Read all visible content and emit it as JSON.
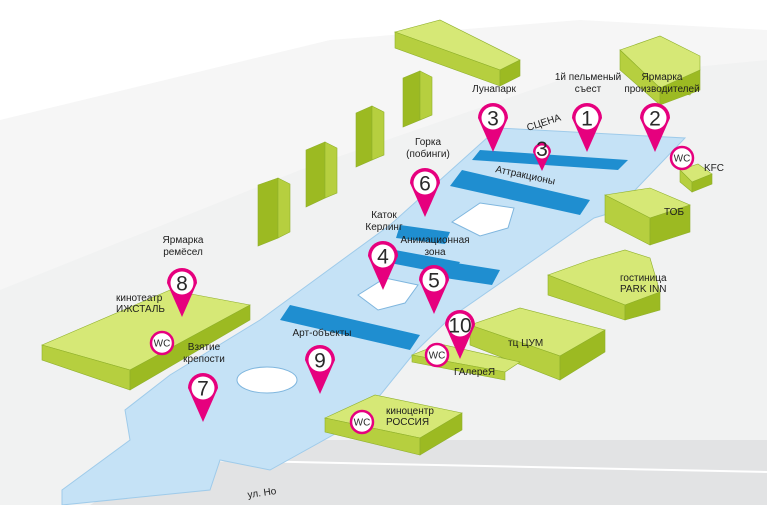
{
  "colors": {
    "accent": "#e6007e",
    "zone": "#c5e2f6",
    "zone_dark": "#1f8ed0",
    "building": "#c4dd3e"
  },
  "pins": [
    {
      "num": "1",
      "lines": [
        "1й пельменый",
        "съест"
      ]
    },
    {
      "num": "2",
      "lines": [
        "Ярмарка",
        "производителей"
      ]
    },
    {
      "num": "3",
      "lines": [
        "Лунапарк"
      ]
    },
    {
      "num": "4",
      "lines": [
        "Каток",
        "Керлинг"
      ]
    },
    {
      "num": "5",
      "lines": [
        "Анимационная",
        "зона"
      ]
    },
    {
      "num": "6",
      "lines": [
        "Горка",
        "(побинги)"
      ]
    },
    {
      "num": "7",
      "lines": [
        "Взятие",
        "крепости"
      ]
    },
    {
      "num": "8",
      "lines": [
        "Ярмарка",
        "ремёсел"
      ]
    },
    {
      "num": "9",
      "lines": [
        "Арт-объекты"
      ]
    },
    {
      "num": "10",
      "lines": []
    }
  ],
  "small_pin": {
    "num": "3"
  },
  "wc_label": "WC",
  "zones": {
    "stage": "СЦЕНА",
    "rides": "Аттракционы"
  },
  "buildings": [
    {
      "lines": [
        "KFC"
      ]
    },
    {
      "lines": [
        "ТОБ"
      ]
    },
    {
      "lines": [
        "гостиница",
        "PARK INN"
      ]
    },
    {
      "lines": [
        "тц ЦУМ"
      ]
    },
    {
      "lines": [
        "ГАлереЯ"
      ]
    },
    {
      "lines": [
        "кинотеатр",
        "ИЖСТАЛЬ"
      ]
    },
    {
      "lines": [
        "киноцентр",
        "РОССИЯ"
      ]
    }
  ],
  "street": "ул. Но"
}
